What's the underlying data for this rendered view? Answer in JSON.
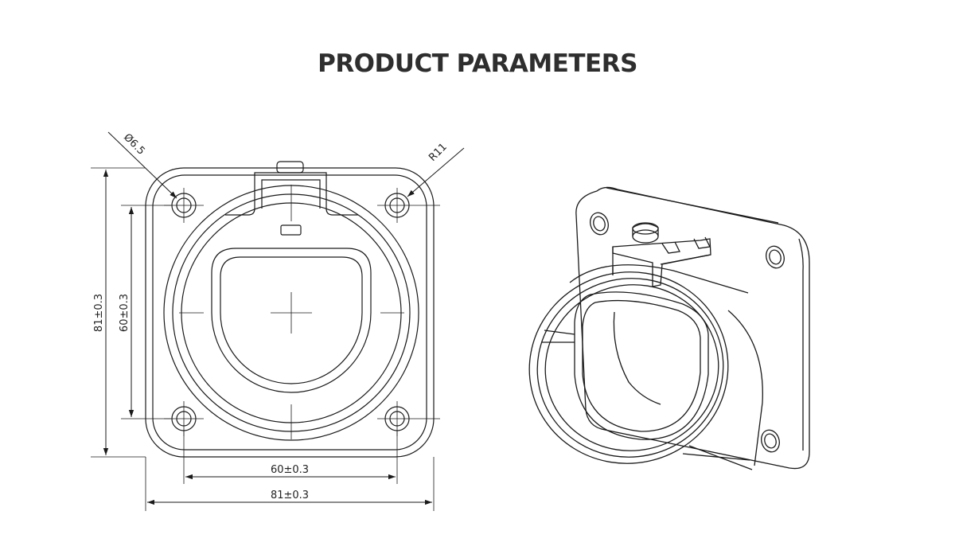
{
  "title": "PRODUCT PARAMETERS",
  "dimensions": {
    "hole_diameter": "Ø6.5",
    "corner_radius": "R11",
    "outer_height": "81±0.3",
    "inner_height": "60±0.3",
    "inner_width": "60±0.3",
    "outer_width": "81±0.3"
  },
  "colors": {
    "line": "#1a1a1a",
    "title": "#2e2e2e",
    "background": "#ffffff"
  }
}
